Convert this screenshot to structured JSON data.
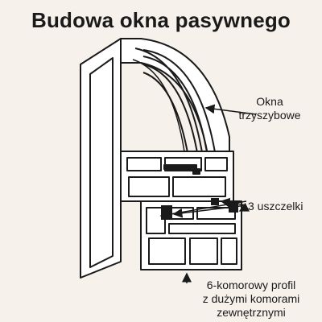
{
  "title": "Budowa okna pasywnego",
  "labels": {
    "windows_line1": "Okna",
    "windows_line2": "trzyszybowe",
    "seals": "3 uszczelki",
    "profile_line1": "6-komorowy profil",
    "profile_line2": "z dużymi komorami",
    "profile_line3": "zewnętrznymi"
  },
  "colors": {
    "background": "#f6f1eb",
    "line": "#1a1a1a",
    "frame_fill": "#ffffff"
  }
}
